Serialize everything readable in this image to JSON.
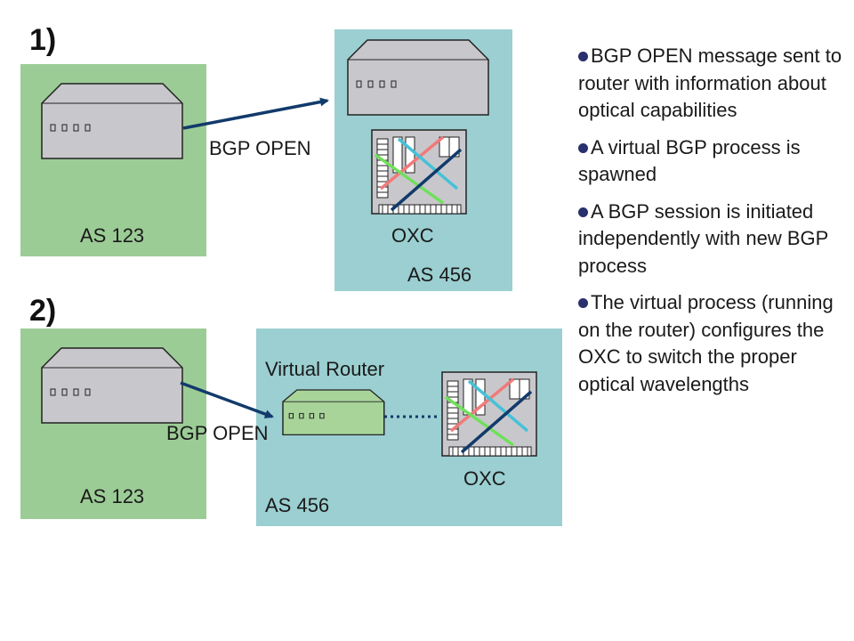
{
  "colors": {
    "as123_box": "#9ccc96",
    "as456_box": "#9bcfd1",
    "arrow": "#123a6b",
    "router_body": "#c8c8cc",
    "virtual_router_body": "#a8d49a",
    "wavelength_red": "#f07a7a",
    "wavelength_cyan": "#46c1d8",
    "wavelength_green": "#6fe05a",
    "wavelength_navy": "#123a6b",
    "bullet": "#2a2f6e"
  },
  "steps": {
    "one": {
      "label": "1)",
      "as_left": "AS 123",
      "as_right": "AS 456",
      "message": "BGP OPEN",
      "oxc": "OXC"
    },
    "two": {
      "label": "2)",
      "as_left": "AS 123",
      "as_right": "AS 456",
      "message": "BGP OPEN",
      "oxc": "OXC",
      "virtual_router": "Virtual Router"
    }
  },
  "bullets": [
    "BGP OPEN message sent to router with information about optical capabilities",
    "A virtual BGP process is spawned",
    "A BGP session is initiated independently with new BGP process",
    "The virtual process (running on the router) configures the OXC to switch the proper optical wavelengths"
  ]
}
